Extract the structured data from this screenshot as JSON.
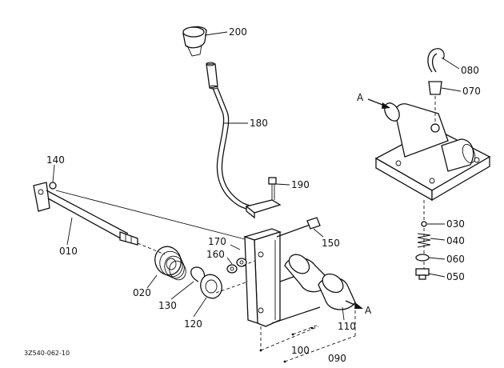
{
  "labels": {
    "p200": "200",
    "p180": "180",
    "p140": "140",
    "p010": "010",
    "p190": "190",
    "p170": "170",
    "p160": "160",
    "p150": "150",
    "p020": "020",
    "p130": "130",
    "p120": "120",
    "p110": "110",
    "p100": "100",
    "p090": "090",
    "p080": "080",
    "p070": "070",
    "p030": "030",
    "p040": "040",
    "p060": "060",
    "p050": "050"
  },
  "markers": {
    "view_a_top": "A",
    "view_a_bottom": "A"
  },
  "footer": {
    "drawing_number": "3Z540-062-10"
  }
}
